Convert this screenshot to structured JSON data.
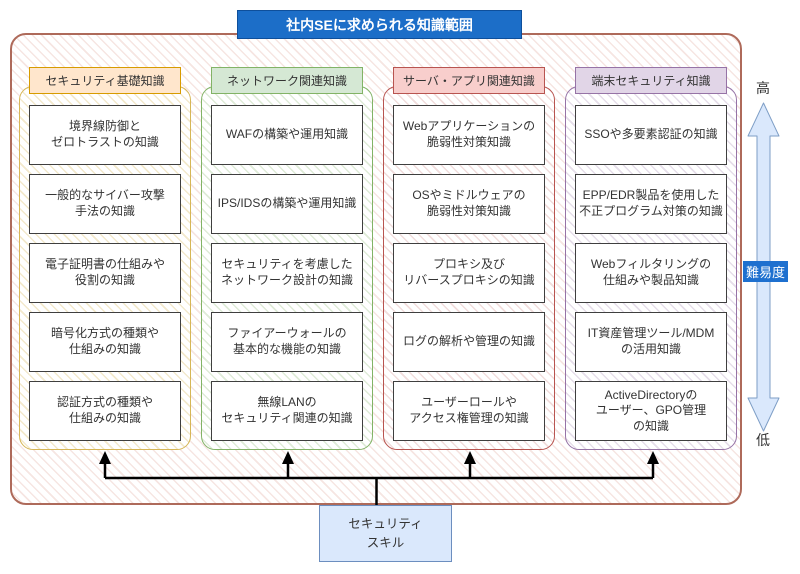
{
  "title": "社内SEに求められる知識範囲",
  "columns": [
    {
      "header": "セキュリティ基礎知識",
      "items": [
        "境界線防御と\nゼロトラストの知識",
        "一般的なサイバー攻撃\n手法の知識",
        "電子証明書の仕組みや\n役割の知識",
        "暗号化方式の種類や\n仕組みの知識",
        "認証方式の種類や\n仕組みの知識"
      ]
    },
    {
      "header": "ネットワーク関連知識",
      "items": [
        "WAFの構築や運用知識",
        "IPS/IDSの構築や運用知識",
        "セキュリティを考慮した\nネットワーク設計の知識",
        "ファイアーウォールの\n基本的な機能の知識",
        "無線LANの\nセキュリティ関連の知識"
      ]
    },
    {
      "header": "サーバ・アプリ関連知識",
      "items": [
        "Webアプリケーションの\n脆弱性対策知識",
        "OSやミドルウェアの\n脆弱性対策知識",
        "プロキシ及び\nリバースプロキシの知識",
        "ログの解析や管理の知識",
        "ユーザーロールや\nアクセス権管理の知識"
      ]
    },
    {
      "header": "端末セキュリティ知識",
      "items": [
        "SSOや多要素認証の知識",
        "EPP/EDR製品を使用した\n不正プログラム対策の知識",
        "Webフィルタリングの\n仕組みや製品知識",
        "IT資産管理ツール/MDM\nの活用知識",
        "ActiveDirectoryの\nユーザー、GPO管理\nの知識"
      ]
    }
  ],
  "difficulty": {
    "high": "高",
    "label": "難易度",
    "low": "低"
  },
  "bottom_box": {
    "label": "セキュリティ\nスキル"
  },
  "colors": {
    "title_bg": "#1C6EC8",
    "outer_border": "#AE6A5A",
    "difficulty_label_bg": "#1E70CF",
    "difficulty_arrow_fill": "#DAE8FC",
    "difficulty_arrow_border": "#7E9EC6",
    "skill_box_fill": "#DAE8FC",
    "skill_box_border": "#6C8EBF",
    "column_security_basics": {
      "header_fill": "#FFE6CC",
      "header_border": "#D79B00",
      "panel_border": "#D6B656"
    },
    "column_network": {
      "header_fill": "#D5E8D4",
      "header_border": "#82B366",
      "panel_border": "#82B366"
    },
    "column_server_app": {
      "header_fill": "#F8CECC",
      "header_border": "#B85450",
      "panel_border": "#B85450"
    },
    "column_endpoint": {
      "header_fill": "#E1D5E7",
      "header_border": "#9673A6",
      "panel_border": "#9673A6"
    }
  }
}
